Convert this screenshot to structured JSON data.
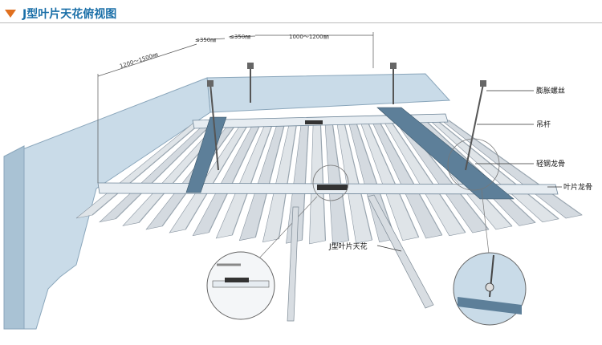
{
  "header": {
    "title": "J型叶片天花俯视图",
    "accent_color": "#1a6fa8",
    "marker_color": "#e07020",
    "marker_icon": "down-triangle-icon"
  },
  "dimensions": {
    "d1": "1200～1500㎜",
    "d2": "≤350㎜",
    "d3": "≤350㎜",
    "d4": "1000～1200㎜"
  },
  "callouts": {
    "expansion_bolt": "膨胀螺丝",
    "hanging_rod": "吊杆",
    "light_steel_keel": "轻钢龙骨",
    "blade_keel": "叶片龙骨",
    "j_blade_ceiling": "J型叶片天花"
  },
  "colors": {
    "wall": "#c9dbe8",
    "wall_edge": "#8aa6bb",
    "blade": "#d8dde2",
    "blade_shadow": "#9aa6b0",
    "keel": "#e6ecf1",
    "keel_accent": "#4f6e88"
  }
}
